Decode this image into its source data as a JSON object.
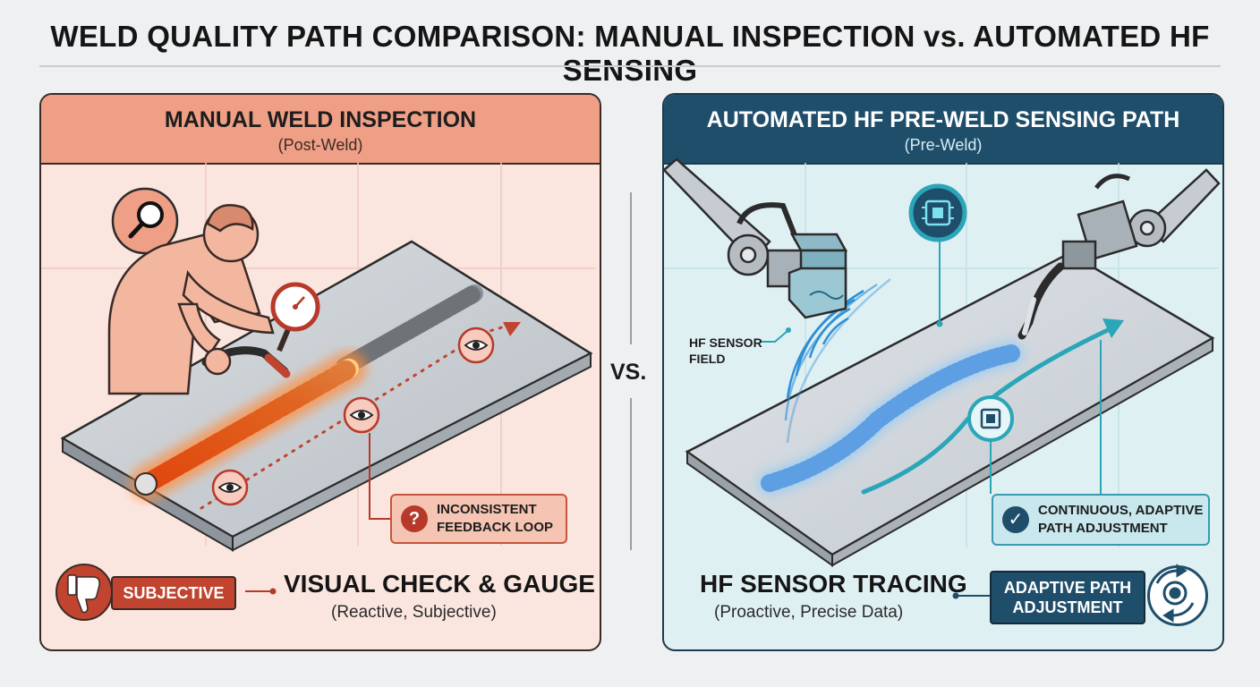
{
  "title": "WELD QUALITY PATH COMPARISON: MANUAL INSPECTION vs. AUTOMATED HF SENSING",
  "vs_label": "VS.",
  "left_panel": {
    "title": "MANUAL WELD INSPECTION",
    "subtitle": "(Post-Weld)",
    "callout": {
      "line1": "INCONSISTENT",
      "line2": "FEEDBACK LOOP",
      "icon": "question-icon",
      "icon_glyph": "?"
    },
    "badge": "SUBJECTIVE",
    "badge_icon": "thumbs-down-icon",
    "method": "VISUAL CHECK & GAUGE",
    "method_sub": "(Reactive, Subjective)",
    "colors": {
      "header": "#ef9f85",
      "accent": "#c0442f",
      "weld": "#ff7a2a"
    }
  },
  "right_panel": {
    "title": "AUTOMATED HF PRE-WELD SENSING PATH",
    "subtitle": "(Pre-Weld)",
    "sensor_label_1": "HF SENSOR",
    "sensor_label_2": "FIELD",
    "callout": {
      "line1": "CONTINUOUS, ADAPTIVE",
      "line2": "PATH ADJUSTMENT",
      "icon": "check-icon",
      "icon_glyph": "✓"
    },
    "method": "HF SENSOR TRACING",
    "method_sub": "(Proactive, Precise Data)",
    "badge_line1": "ADAPTIVE PATH",
    "badge_line2": "ADJUSTMENT",
    "badge_icon": "gear-cycle-icon",
    "colors": {
      "header": "#1f4e6b",
      "accent": "#2aa6b8"
    }
  }
}
